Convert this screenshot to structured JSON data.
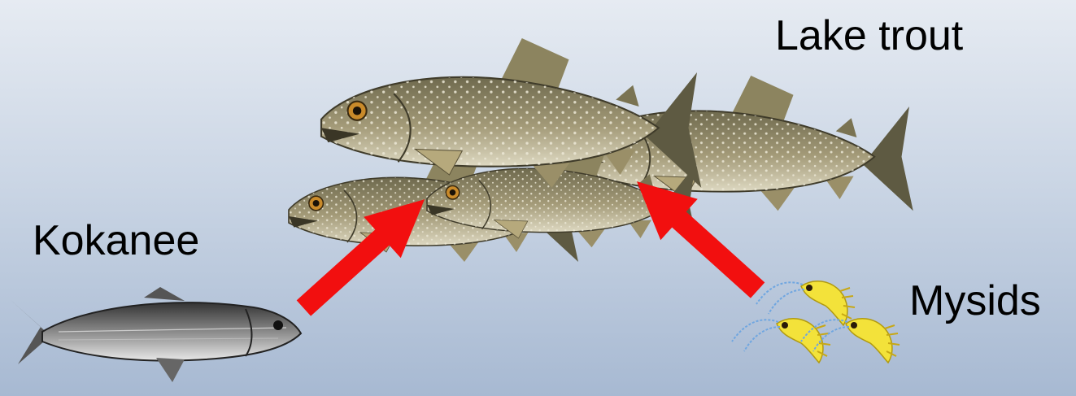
{
  "labels": {
    "lake_trout": "Lake trout",
    "kokanee": "Kokanee",
    "mysids": "Mysids"
  },
  "colors": {
    "arrow": "#f20f0f",
    "trout_body": "#a39a78",
    "trout_belly": "#d8d3bb",
    "kokanee_body": "#8a8a8a",
    "mysid": "#f3e23a"
  },
  "icons": {
    "lake_trout": "lake-trout-icon",
    "kokanee": "kokanee-icon",
    "mysid": "mysid-icon",
    "arrow": "arrow-icon"
  }
}
